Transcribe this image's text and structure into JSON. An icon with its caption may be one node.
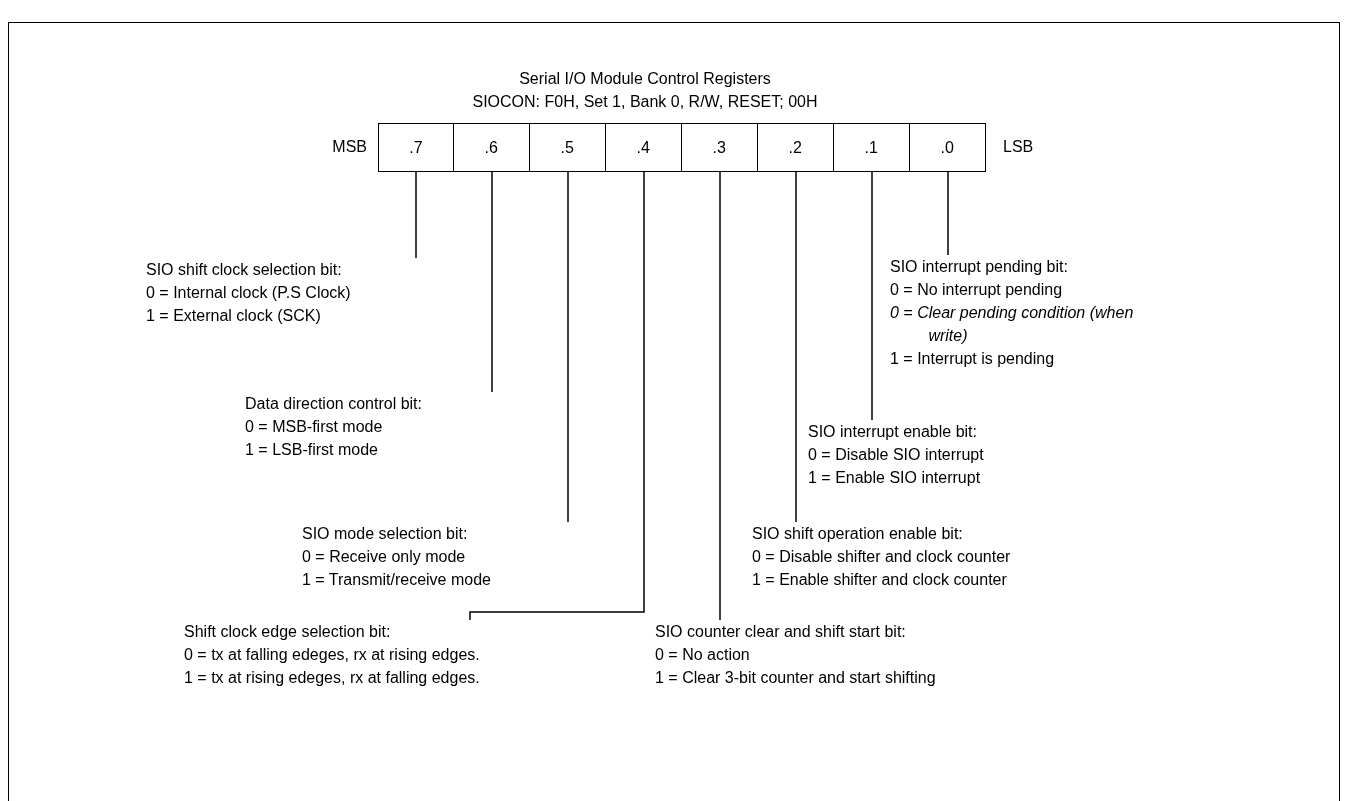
{
  "diagram": {
    "title": "Serial I/O Module Control Registers",
    "nodes": [
      {
        "text": [
          ".7"
        ]
      },
      {
        "text": [
          ".6"
        ]
      },
      {
        "text": [
          ".5"
        ]
      },
      {
        "text": [
          ".4"
        ]
      },
      {
        "text": [
          ".3"
        ]
      },
      {
        "text": [
          ".2"
        ]
      },
      {
        "text": [
          ".1"
        ]
      },
      {
        "text": [
          ".0"
        ]
      },
      {
        "text": [
          "SIO shift clock selection bit:",
          "0 = Internal clock (P.S Clock)",
          "1 = External clock (SCK)"
        ]
      },
      {
        "text": [
          "SIO interrupt pending bit:",
          "0 = No interrupt pending",
          "*0 = Clear pending condition (when write)*",
          "1 = Interrupt is pending"
        ]
      },
      {
        "text": [
          "Data direction control bit:",
          "0 = MSB-first mode",
          "1 = LSB-first mode"
        ]
      },
      {
        "text": [
          "SIO interrupt enable bit:",
          "0 = Disable SIO interrupt",
          "1 = Enable SIO interrupt"
        ]
      },
      {
        "text": [
          "SIO mode selection bit:",
          "0 = Receive only mode",
          "1 = Transmit/receive mode"
        ]
      },
      {
        "text": [
          "SIO shift operation enable bit:",
          "0 = Disable shifter and clock counter",
          "1 = Enable shifter and clock counter"
        ]
      },
      {
        "text": [
          "Shift clock edge selection bit:",
          "0 = tx at falling edeges, rx at rising edges.",
          "1 = tx at rising edeges, rx at falling edges."
        ]
      },
      {
        "text": [
          "SIO counter clear and shift start bit:",
          "0 = No action",
          "1 = Clear 3-bit counter and start shifting"
        ]
      }
    ],
    "edges": [
      {
        "from": 0,
        "to": 8,
        "arrow": "none"
      },
      {
        "from": 7,
        "to": 9,
        "arrow": "none"
      },
      {
        "from": 1,
        "to": 10,
        "arrow": "none"
      },
      {
        "from": 6,
        "to": 11,
        "arrow": "none"
      },
      {
        "from": 2,
        "to": 12,
        "arrow": "none"
      },
      {
        "from": 5,
        "to": 13,
        "arrow": "none"
      },
      {
        "from": 3,
        "to": 14,
        "arrow": "none"
      },
      {
        "from": 4,
        "to": 15,
        "arrow": "none"
      }
    ],
    "labels": [
      "SIOCON: F0H, Set 1, Bank 0, R/W, RESET; 00H",
      "MSB",
      "LSB"
    ]
  }
}
